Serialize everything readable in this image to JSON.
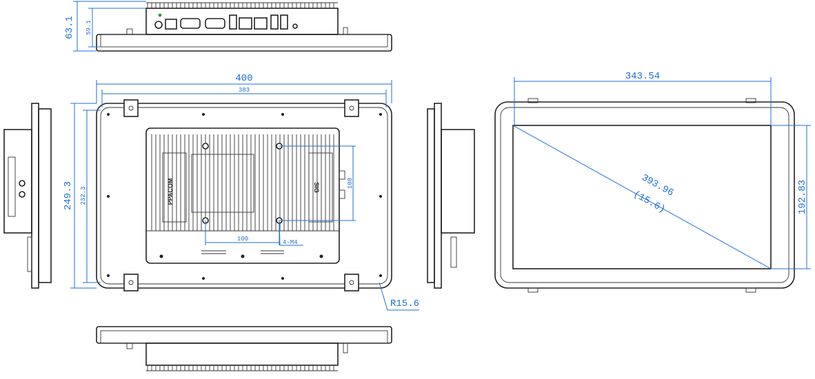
{
  "dimensions": {
    "top_height_outer": "63.1",
    "top_height_inner": "59.1",
    "width_outer": "400",
    "width_inner": "383",
    "height_outer": "249.3",
    "height_inner": "232.3",
    "vesa_vertical": "100",
    "vesa_horizontal": "100",
    "vesa_screw": "4-M4",
    "corner_radius": "R15.6",
    "screen_width": "343.54",
    "screen_height": "192.83",
    "diagonal_mm": "393.96",
    "diagonal_in": "(15.6)"
  },
  "colors": {
    "dimension_line": "#1d6fd8",
    "outline": "#222222"
  },
  "labels": {
    "brand": "PPACOM",
    "module_text": "SIG"
  }
}
